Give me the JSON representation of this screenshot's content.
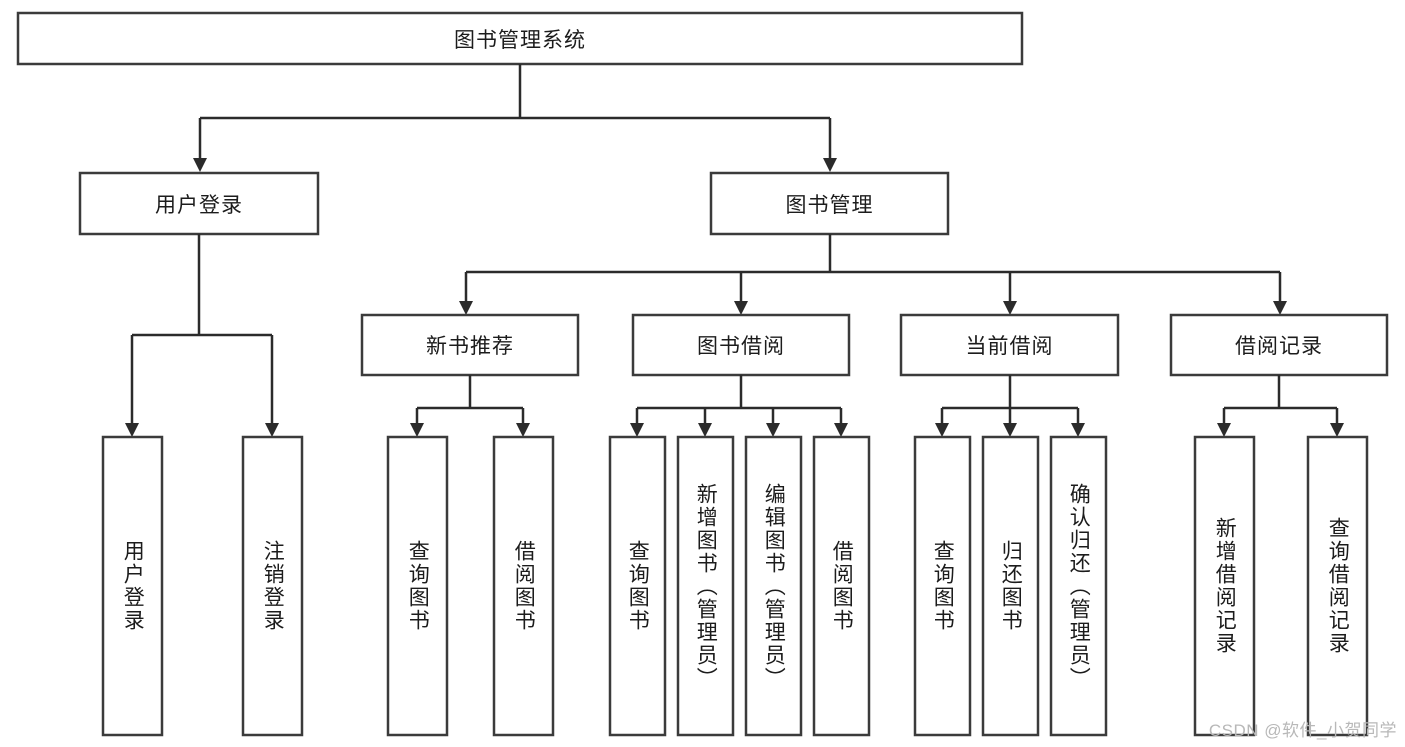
{
  "diagram": {
    "type": "tree",
    "title": "图书管理系统",
    "root": {
      "label": "图书管理系统"
    },
    "level1": [
      {
        "label": "用户登录"
      },
      {
        "label": "图书管理"
      }
    ],
    "level2": [
      {
        "label": "新书推荐"
      },
      {
        "label": "图书借阅"
      },
      {
        "label": "当前借阅"
      },
      {
        "label": "借阅记录"
      }
    ],
    "leaves_user_login": [
      {
        "label": "用户登录"
      },
      {
        "label": "注销登录"
      }
    ],
    "leaves_new_book": [
      {
        "label": "查询图书"
      },
      {
        "label": "借阅图书"
      }
    ],
    "leaves_borrow": [
      {
        "label": "查询图书"
      },
      {
        "label": "新增图书（管理员）"
      },
      {
        "label": "编辑图书（管理员）"
      },
      {
        "label": "借阅图书"
      }
    ],
    "leaves_current": [
      {
        "label": "查询图书"
      },
      {
        "label": "归还图书"
      },
      {
        "label": "确认归还（管理员）"
      }
    ],
    "leaves_record": [
      {
        "label": "新增借阅记录"
      },
      {
        "label": "查询借阅记录"
      }
    ]
  },
  "watermark": {
    "text": "CSDN @软件_小贺同学"
  },
  "colors": {
    "box_stroke": "#3b3b3b",
    "connector": "#2b2b2b",
    "text": "#1c1c1c",
    "background": "#ffffff",
    "watermark": "#b8b8b8"
  }
}
